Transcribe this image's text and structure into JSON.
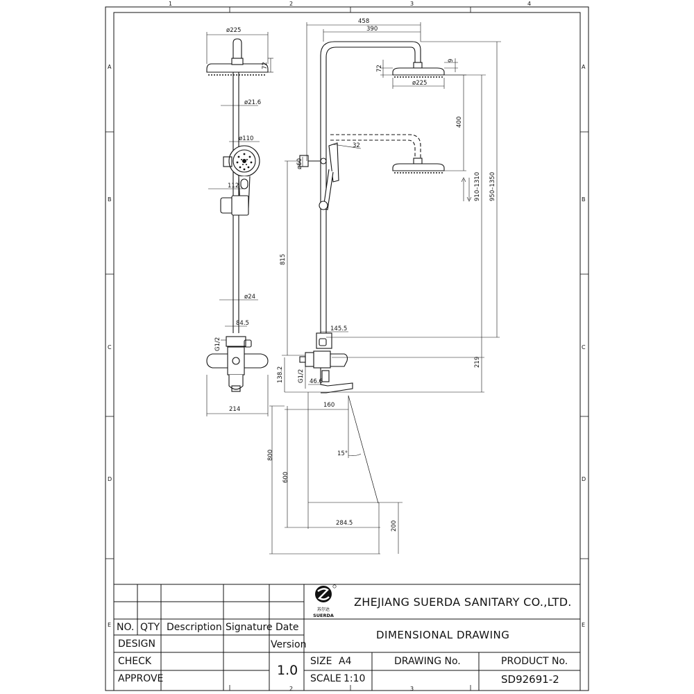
{
  "zones": {
    "columns": [
      "1",
      "2",
      "3",
      "4"
    ],
    "rows": [
      "A",
      "B",
      "C",
      "D",
      "E"
    ]
  },
  "left_view_dims": {
    "head_dia": "ø225",
    "head_h": "72",
    "pipe_dia": "ø21.6",
    "hand_dia": "ø110",
    "holder_w": "112",
    "bar_dia": "ø24",
    "arm": "84.5",
    "inlet": "G1/2",
    "valve_w": "214"
  },
  "right_view_dims": {
    "overall_w": "458",
    "arm_w": "390",
    "head_h": "72",
    "nozzle": "9",
    "head_dia": "ø225",
    "vert_400": "400",
    "hand_angle": "32",
    "bracket": "ø60",
    "adjust_range": "910–1310",
    "total_range": "950–1350",
    "height_815": "815",
    "valve_145": "145.5",
    "inlet": "G1/2",
    "spout_46": "46.6",
    "offset_138": "138.2",
    "dim_219": "219",
    "spout_160": "160",
    "angle_15": "15°",
    "h_800": "800",
    "h_600": "600",
    "w_284": "284.5",
    "h_200": "200"
  },
  "title_block": {
    "company": "ZHEJIANG SUERDA SANITARY CO.,LTD.",
    "logo_text": "SUERDA",
    "logo_cn": "苏尔达",
    "drawing_title": "DIMENSIONAL DRAWING",
    "headers": {
      "no": "NO.",
      "qty": "QTY",
      "description": "Description",
      "signature": "Signature",
      "date": "Date"
    },
    "design": "DESIGN",
    "check": "CHECK",
    "approve": "APPROVE",
    "version_label": "Version",
    "version": "1.0",
    "size_label": "SIZE",
    "size": "A4",
    "scale_label": "SCALE",
    "scale": "1:10",
    "drawing_no_label": "DRAWING No.",
    "product_no_label": "PRODUCT No.",
    "product_no": "SD92691-2"
  }
}
